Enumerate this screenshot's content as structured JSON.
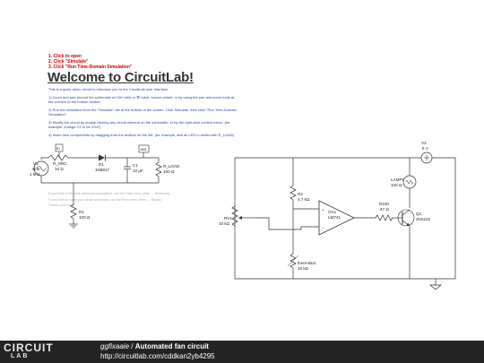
{
  "steps": [
    "1. Click to open",
    "2. Click \"Simulate\"",
    "3. Click \"Run Time-Domain Simulation\""
  ],
  "title": "Welcome to CircuitLab!",
  "intro": [
    "This is a quick demo circuit to introduce you to the CircuitLab user interface.",
    "1) Zoom and pan around the schematic w/ Ctrl+click or ⌘+click, mouse-wheel, or by using the pan and zoom tools at the corners of the bottom toolbar.",
    "2) Run the simulation from the \"Simulate\" tab at the bottom of the screen. Click Simulate, then click \"Run Time-Domain Simulation\".",
    "3) Modify the circuit by double-clicking any circuit element on the schematic, or by the right-click context menu. (for example, change C1 to be 47uF)",
    "4) Insert new components by dragging from the toolbox on the left. (for example, add an LED in series with R_LOAD)"
  ],
  "muted": [
    "If you'd like to hit more advanced simulations, use the Help menu (Help → Shortcuts).",
    "If you'd like to share your circuit schematic, use the Print menu (Print → Share).",
    "Thanks and enjoy!"
  ],
  "left_circuit": {
    "v1": {
      "name": "V1",
      "type": "sine",
      "freq": "1 kHz"
    },
    "r_src": {
      "name": "R_SRC",
      "value": "10 Ω"
    },
    "d1": {
      "name": "D1",
      "value": "1N5817"
    },
    "c1": {
      "name": "C1",
      "value": "10 µF"
    },
    "r_load": {
      "name": "R_LOAD",
      "value": "100 Ω"
    },
    "r1": {
      "name": "R1",
      "value": "100 Ω"
    },
    "probe_in": "in",
    "probe_out": "out"
  },
  "right_circuit": {
    "v2": {
      "name": "V2",
      "value": "6 V"
    },
    "lamp1": {
      "name": "LAMP1",
      "value": "100 Ω"
    },
    "r2": {
      "name": "R2",
      "value": "4.7 kΩ"
    },
    "oa1": {
      "name": "OA1",
      "value": "LM741"
    },
    "r100": {
      "name": "R100",
      "value": "47 Ω"
    },
    "q1": {
      "name": "Q1",
      "value": "2N2222"
    },
    "rv1": {
      "name": "RV1",
      "value": "10 kΩ"
    },
    "thermistor": {
      "name": "thermistor",
      "value": "10 kΩ"
    }
  },
  "footer": {
    "logo_top": "CIRCUIT",
    "logo_bottom": "LAB",
    "user": "ggfixaaie",
    "separator": "/",
    "circuit_name": "Automated fan circuit",
    "url": "http://circuitlab.com/cddkan2yb4295"
  }
}
